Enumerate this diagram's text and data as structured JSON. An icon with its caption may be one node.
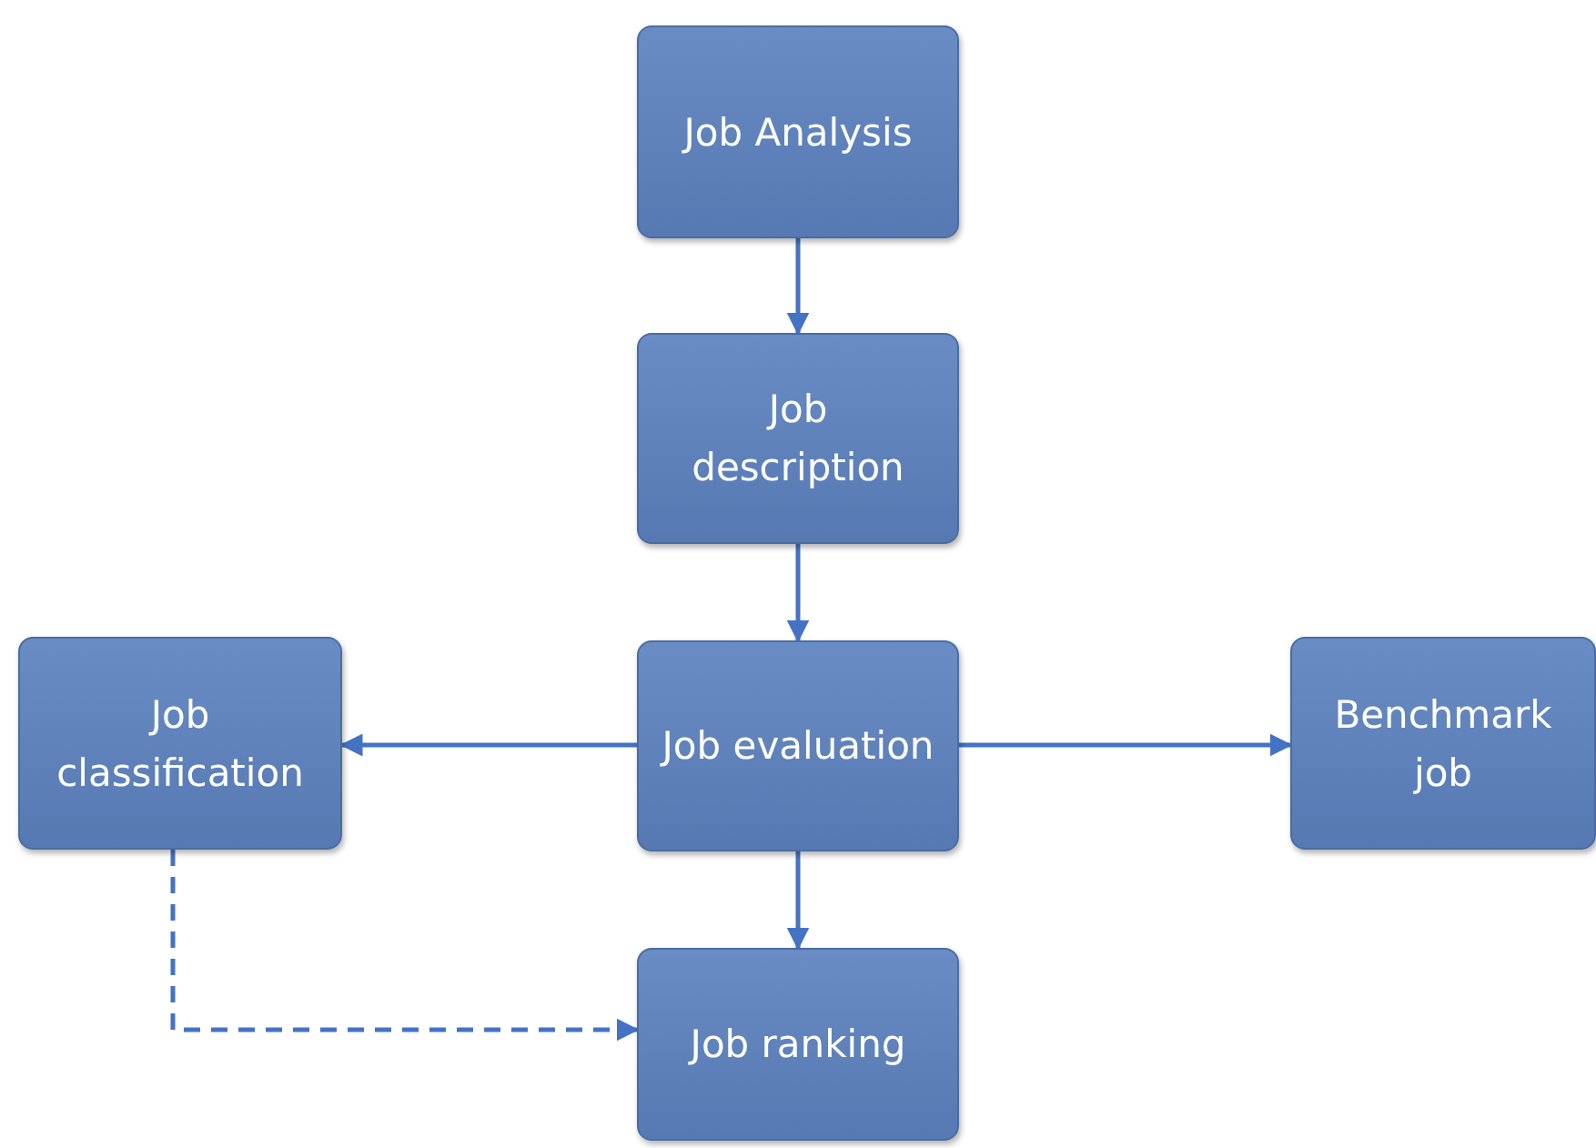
{
  "diagram": {
    "nodes": [
      {
        "text": [
          "Job Analysis"
        ]
      },
      {
        "text": [
          "Job description"
        ]
      },
      {
        "text": [
          "Job evaluation"
        ]
      },
      {
        "text": [
          "Job classification"
        ]
      },
      {
        "text": [
          "Benchmark job"
        ]
      },
      {
        "text": [
          "Job ranking"
        ]
      }
    ],
    "edges": [
      {
        "from": 0,
        "to": 1,
        "arrow": "to"
      },
      {
        "from": 1,
        "to": 2,
        "arrow": "to"
      },
      {
        "from": 2,
        "to": 3,
        "arrow": "to"
      },
      {
        "from": 2,
        "to": 4,
        "arrow": "to"
      },
      {
        "from": 2,
        "to": 5,
        "arrow": "to"
      },
      {
        "from": 3,
        "to": 5,
        "arrow": "to",
        "style": "dashed"
      }
    ]
  }
}
